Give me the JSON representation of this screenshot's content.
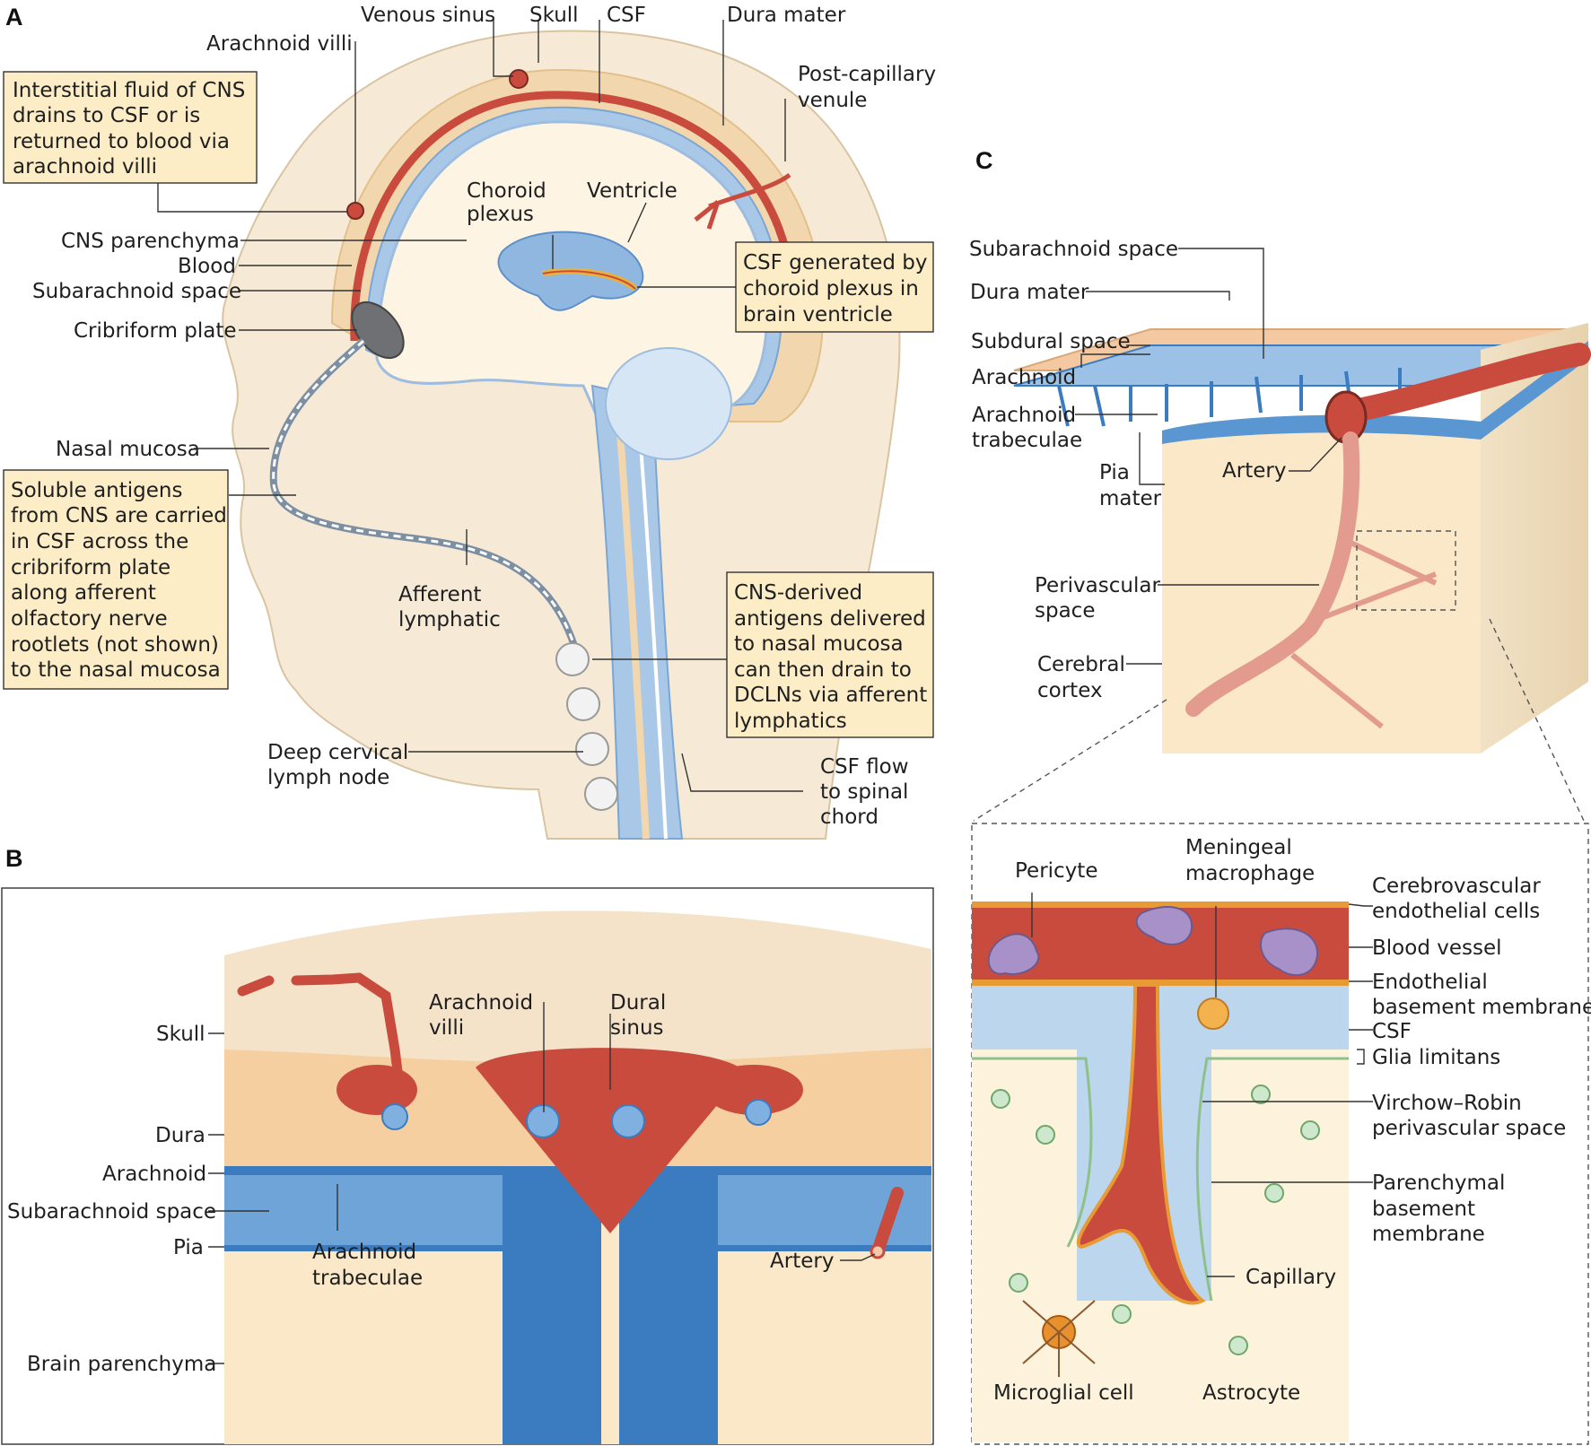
{
  "panels": {
    "a": "A",
    "b": "B",
    "c": "C"
  },
  "a_labels": {
    "venous_sinus": "Venous sinus",
    "skull": "Skull",
    "csf": "CSF",
    "dura_mater": "Dura mater",
    "arachnoid_villi": "Arachnoid villi",
    "post_capillary_1": "Post-capillary",
    "post_capillary_2": "venule",
    "choroid_1": "Choroid",
    "choroid_2": "plexus",
    "ventricle": "Ventricle",
    "cns_parenchyma": "CNS parenchyma",
    "blood": "Blood",
    "subarachnoid_space": "Subarachnoid space",
    "cribriform_plate": "Cribriform plate",
    "nasal_mucosa": "Nasal mucosa",
    "afferent_1": "Afferent",
    "afferent_2": "lymphatic",
    "deep_cervical_1": "Deep cervical",
    "deep_cervical_2": "lymph node",
    "csf_flow_1": "CSF flow",
    "csf_flow_2": "to spinal",
    "csf_flow_3": "chord"
  },
  "a_boxes": {
    "interstitial": [
      "Interstitial fluid of CNS",
      "drains to CSF or is",
      "returned to blood via",
      "arachnoid villi"
    ],
    "csf_generated": [
      "CSF generated by",
      "choroid plexus in",
      "brain ventricle"
    ],
    "soluble": [
      "Soluble antigens",
      "from CNS are carried",
      "in CSF across the",
      "cribriform plate",
      "along afferent",
      "olfactory nerve",
      "rootlets (not shown)",
      "to the nasal mucosa"
    ],
    "cns_derived": [
      "CNS-derived",
      "antigens delivered",
      "to nasal mucosa",
      "can then drain to",
      "DCLNs via afferent",
      "lymphatics"
    ]
  },
  "b_labels": {
    "skull": "Skull",
    "dura": "Dura",
    "arachnoid": "Arachnoid",
    "subarachnoid_space": "Subarachnoid space",
    "pia": "Pia",
    "brain_parenchyma": "Brain parenchyma",
    "arachnoid_villi_1": "Arachnoid",
    "arachnoid_villi_2": "villi",
    "dural_sinus_1": "Dural",
    "dural_sinus_2": "sinus",
    "arachnoid_trab_1": "Arachnoid",
    "arachnoid_trab_2": "trabeculae",
    "artery": "Artery"
  },
  "c_labels": {
    "subarachnoid_space": "Subarachnoid space",
    "dura_mater": "Dura mater",
    "subdural_space": "Subdural space",
    "arachnoid": "Arachnoid",
    "arachnoid_trab_1": "Arachnoid",
    "arachnoid_trab_2": "trabeculae",
    "pia_1": "Pia",
    "pia_2": "mater",
    "artery": "Artery",
    "perivascular_1": "Perivascular",
    "perivascular_2": "space",
    "cortex_1": "Cerebral",
    "cortex_2": "cortex"
  },
  "c_inset_labels": {
    "pericyte": "Pericyte",
    "meningeal_1": "Meningeal",
    "meningeal_2": "macrophage",
    "cerebrovascular_1": "Cerebrovascular",
    "cerebrovascular_2": "endothelial cells",
    "blood_vessel": "Blood vessel",
    "endothelial_bm_1": "Endothelial",
    "endothelial_bm_2": "basement membrane",
    "csf": "CSF",
    "glia_limitans": "Glia limitans",
    "virchow_1": "Virchow–Robin",
    "virchow_2": "perivascular space",
    "parenchymal_bm_1": "Parenchymal",
    "parenchymal_bm_2": "basement",
    "parenchymal_bm_3": "membrane",
    "capillary": "Capillary",
    "microglial": "Microglial cell",
    "astrocyte": "Astrocyte"
  },
  "colors": {
    "box_fill": "#fdedc7",
    "skull": "#f4e3c9",
    "dura": "#f6cfa0",
    "csf_blue": "#a9c8e8",
    "dark_blue": "#3b7cc0",
    "blood_red": "#c94b3e",
    "brain": "#fdf4e3"
  }
}
